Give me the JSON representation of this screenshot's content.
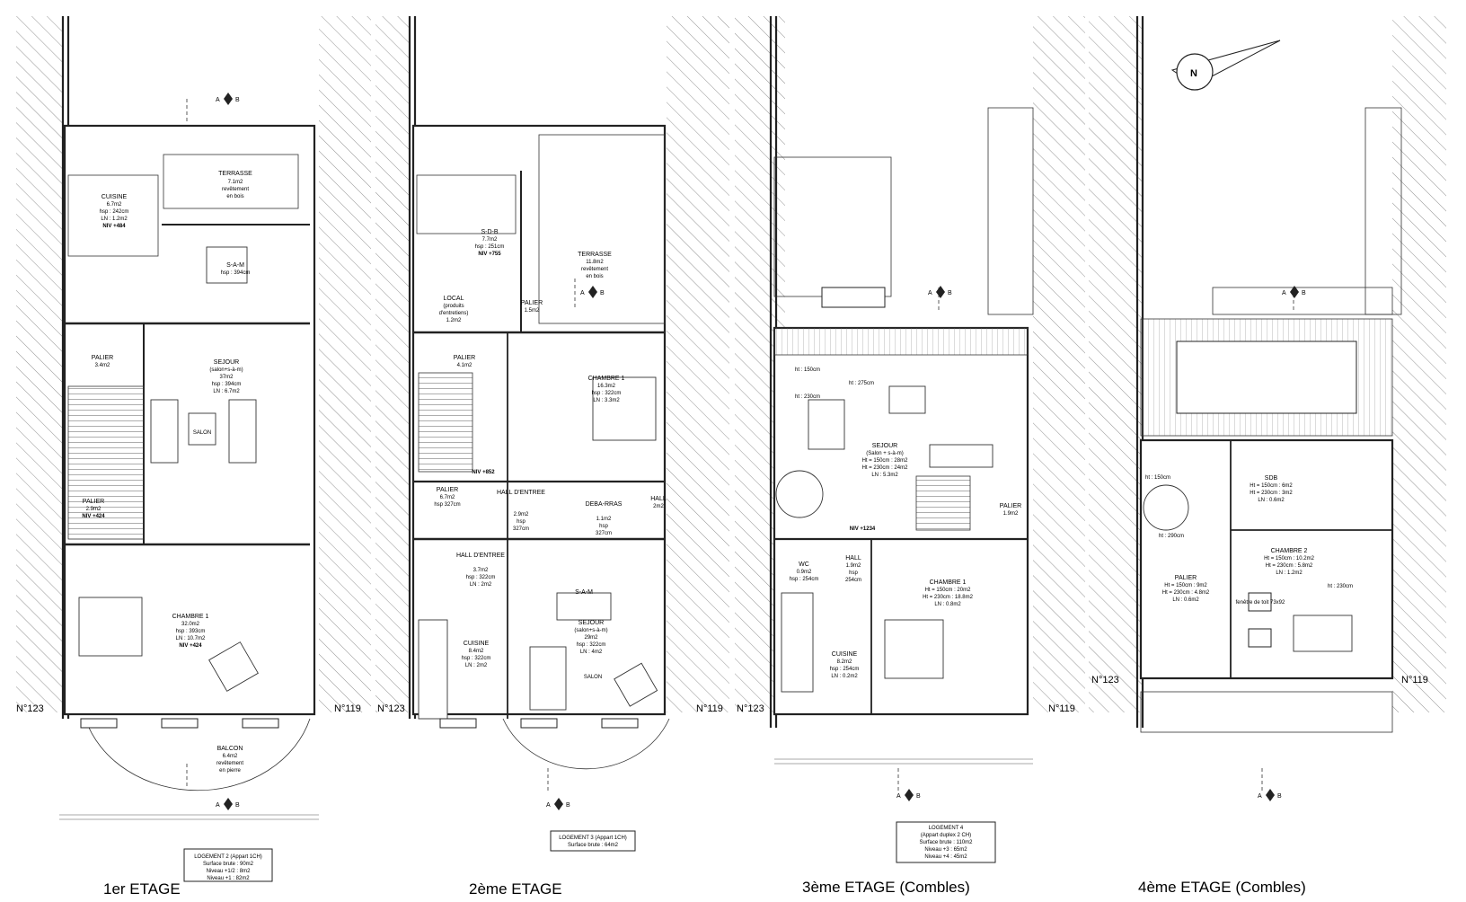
{
  "plans": [
    {
      "title": "1er ETAGE",
      "neighbor_left": "N°123",
      "neighbor_right": "N°119",
      "legend": [
        "LOGEMENT 2 (Appart 1CH)",
        "Surface brute : 90m2",
        "Niveau +1/2 : 8m2",
        "Niveau +1 : 82m2"
      ],
      "rooms": [
        {
          "name": "TERRASSE",
          "details": [
            "7.1m2",
            "revêtement",
            "en bois"
          ]
        },
        {
          "name": "CUISINE",
          "details": [
            "6.7m2",
            "hsp : 242cm",
            "LN : 1.2m2",
            "NIV +484"
          ]
        },
        {
          "name": "S-A-M",
          "details": [
            "hsp : 394cm"
          ]
        },
        {
          "name": "PALIER",
          "details": [
            "3.4m2"
          ]
        },
        {
          "name": "SEJOUR",
          "details": [
            "(salon+s-à-m)",
            "37m2",
            "hsp : 394cm",
            "LN : 6.7m2"
          ]
        },
        {
          "name": "SALON",
          "details": []
        },
        {
          "name": "PALIER",
          "details": [
            "2.9m2",
            "NIV +424"
          ]
        },
        {
          "name": "CHAMBRE 1",
          "details": [
            "32.0m2",
            "hsp : 393cm",
            "LN : 10.7m2",
            "NIV +424"
          ]
        },
        {
          "name": "BALCON",
          "details": [
            "6.4m2",
            "revêtement",
            "en pierre"
          ]
        }
      ]
    },
    {
      "title": "2ème ETAGE",
      "neighbor_left": "N°123",
      "neighbor_right": "N°119",
      "legend": [
        "LOGEMENT 3 (Appart 1CH)",
        "Surface brute : 64m2"
      ],
      "rooms": [
        {
          "name": "S-D-B",
          "details": [
            "7.7m2",
            "hsp : 251cm",
            "NIV +755"
          ]
        },
        {
          "name": "TERRASSE",
          "details": [
            "11.8m2",
            "revêtement",
            "en bois"
          ]
        },
        {
          "name": "LOCAL",
          "details": [
            "(produits",
            "d'entretiens)",
            "1.2m2"
          ]
        },
        {
          "name": "PALIER",
          "details": [
            "1.5m2"
          ]
        },
        {
          "name": "PALIER",
          "details": [
            "4.1m2",
            "NIV +852"
          ]
        },
        {
          "name": "CHAMBRE 1",
          "details": [
            "16.3m2",
            "hsp : 322cm",
            "LN : 3.3m2"
          ]
        },
        {
          "name": "PALIER",
          "details": [
            "6.7m2",
            "hsp 327cm"
          ]
        },
        {
          "name": "HALL D'ENTREE",
          "details": [
            "2.9m2",
            "hsp",
            "327cm"
          ]
        },
        {
          "name": "DEBA-RRAS",
          "details": [
            "1.1m2",
            "hsp",
            "327cm"
          ]
        },
        {
          "name": "HALL",
          "details": [
            "2m2"
          ]
        },
        {
          "name": "HALL D'ENTREE",
          "details": [
            "3.7m2",
            "hsp : 322cm",
            "LN : 2m2"
          ]
        },
        {
          "name": "S-A-M",
          "details": []
        },
        {
          "name": "SEJOUR",
          "details": [
            "(salon+s-à-m)",
            "29m2",
            "hsp : 322cm",
            "LN : 4m2"
          ]
        },
        {
          "name": "CUISINE",
          "details": [
            "8.4m2",
            "hsp : 322cm",
            "LN : 2m2"
          ]
        },
        {
          "name": "SALON",
          "details": []
        }
      ]
    },
    {
      "title": "3ème ETAGE (Combles)",
      "neighbor_left": "N°123",
      "neighbor_right": "N°119",
      "legend": [
        "LOGEMENT 4",
        "(Appart duplex 2 CH)",
        "Surface brute : 110m2",
        "Niveau +3 : 65m2",
        "Niveau +4 : 45m2"
      ],
      "rooms": [
        {
          "name": "SEJOUR",
          "details": [
            "(Salon + s-à-m)",
            "Ht = 150cm : 28m2",
            "Ht = 230cm : 24m2",
            "LN : 5.3m2"
          ]
        },
        {
          "name": "PALIER",
          "details": [
            "1.9m2"
          ]
        },
        {
          "name": "WC",
          "details": [
            "0.9m2",
            "hsp : 254cm"
          ]
        },
        {
          "name": "HALL",
          "details": [
            "1.9m2",
            "hsp",
            "254cm"
          ]
        },
        {
          "name": "CHAMBRE 1",
          "details": [
            "Ht = 150cm : 20m2",
            "Ht = 230cm : 18.8m2",
            "LN : 0.8m2"
          ]
        },
        {
          "name": "CUISINE",
          "details": [
            "8.2m2",
            "hsp : 254cm",
            "LN : 0.2m2"
          ]
        }
      ],
      "marks": [
        "NIV +1234",
        "ht : 150cm",
        "ht : 230cm",
        "ht : 275cm"
      ]
    },
    {
      "title": "4ème ETAGE (Combles)",
      "neighbor_left": "N°123",
      "neighbor_right": "N°119",
      "legend": [],
      "rooms": [
        {
          "name": "SDB",
          "details": [
            "Ht = 150cm : 6m2",
            "Ht = 230cm : 3m2",
            "LN : 0.6m2"
          ]
        },
        {
          "name": "CHAMBRE 2",
          "details": [
            "Ht = 150cm : 10.2m2",
            "Ht = 230cm : 5.8m2",
            "LN : 1.2m2"
          ]
        },
        {
          "name": "PALIER",
          "details": [
            "Ht = 150cm : 9m2",
            "Ht = 230cm : 4.8m2",
            "LN : 0.6m2"
          ]
        }
      ],
      "marks": [
        "fenêtre de toit 73x92",
        "ht : 150cm",
        "ht : 230cm",
        "ht : 290cm"
      ]
    }
  ],
  "section_marker": {
    "left": "A",
    "right": "B"
  },
  "north_label": "N"
}
